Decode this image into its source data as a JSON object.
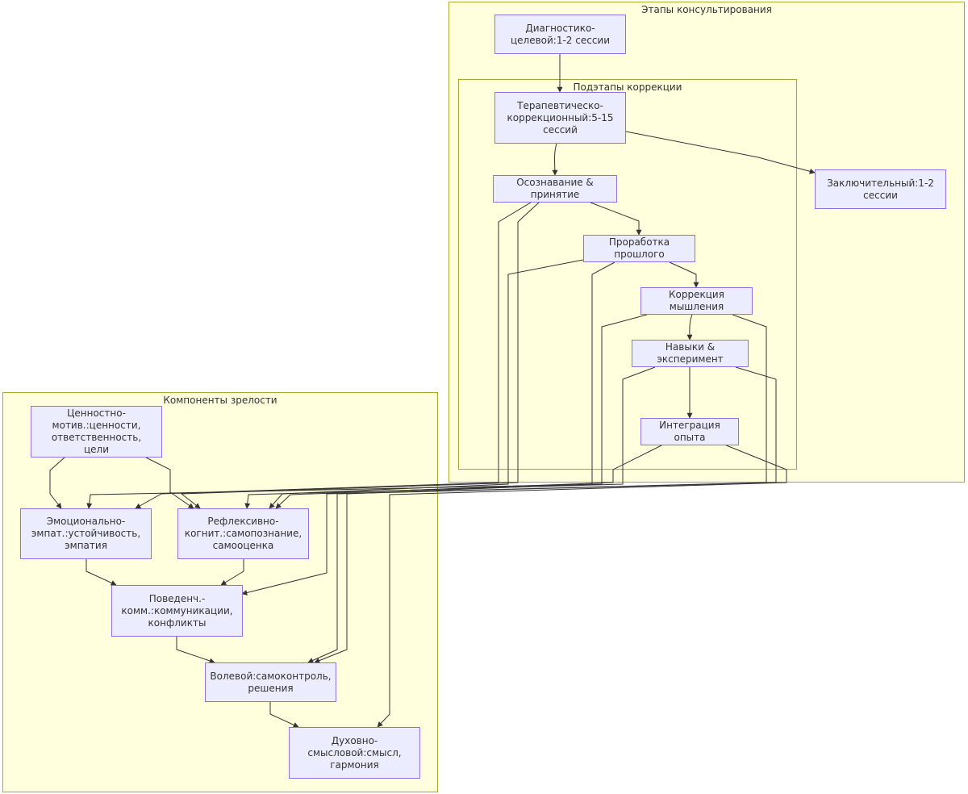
{
  "clusters": {
    "stages": {
      "label": "Этапы консультирования"
    },
    "substages": {
      "label": "Подэтапы коррекции"
    },
    "components": {
      "label": "Компоненты зрелости"
    }
  },
  "nodes": {
    "diag": {
      "label": "Диагностико-целевой:1-2 сессии"
    },
    "ther": {
      "label": "Терапевтическо-коррекционный:5-15 сессий"
    },
    "concl": {
      "label": "Заключительный:1-2 сессии"
    },
    "aware": {
      "label": "Осознавание & принятие"
    },
    "past": {
      "label": "Проработка прошлого"
    },
    "think": {
      "label": "Коррекция мышления"
    },
    "skills": {
      "label": "Навыки & эксперимент"
    },
    "integ": {
      "label": "Интеграция опыта"
    },
    "value": {
      "label": "Ценностно-мотив.:ценности, ответственность, цели"
    },
    "emo": {
      "label": "Эмоционально-эмпат.:устойчивость, эмпатия"
    },
    "refl": {
      "label": "Рефлексивно-когнит.:самопознание, самооценка"
    },
    "behav": {
      "label": "Поведенч.-комм.:коммуникации, конфликты"
    },
    "will": {
      "label": "Волевой:самоконтроль, решения"
    },
    "spirit": {
      "label": "Духовно-смысловой:смысл, гармония"
    }
  },
  "edges": [
    [
      "diag",
      "ther"
    ],
    [
      "ther",
      "aware"
    ],
    [
      "ther",
      "concl"
    ],
    [
      "aware",
      "past"
    ],
    [
      "past",
      "think"
    ],
    [
      "think",
      "skills"
    ],
    [
      "skills",
      "integ"
    ],
    [
      "value",
      "emo"
    ],
    [
      "value",
      "refl"
    ],
    [
      "emo",
      "behav"
    ],
    [
      "refl",
      "behav"
    ],
    [
      "behav",
      "will"
    ],
    [
      "will",
      "spirit"
    ],
    [
      "aware",
      "emo"
    ],
    [
      "aware",
      "refl"
    ],
    [
      "past",
      "refl"
    ],
    [
      "past",
      "will"
    ],
    [
      "think",
      "emo"
    ],
    [
      "think",
      "behav"
    ],
    [
      "skills",
      "refl"
    ],
    [
      "skills",
      "will"
    ],
    [
      "integ",
      "spirit"
    ],
    [
      "integ",
      "will"
    ]
  ]
}
